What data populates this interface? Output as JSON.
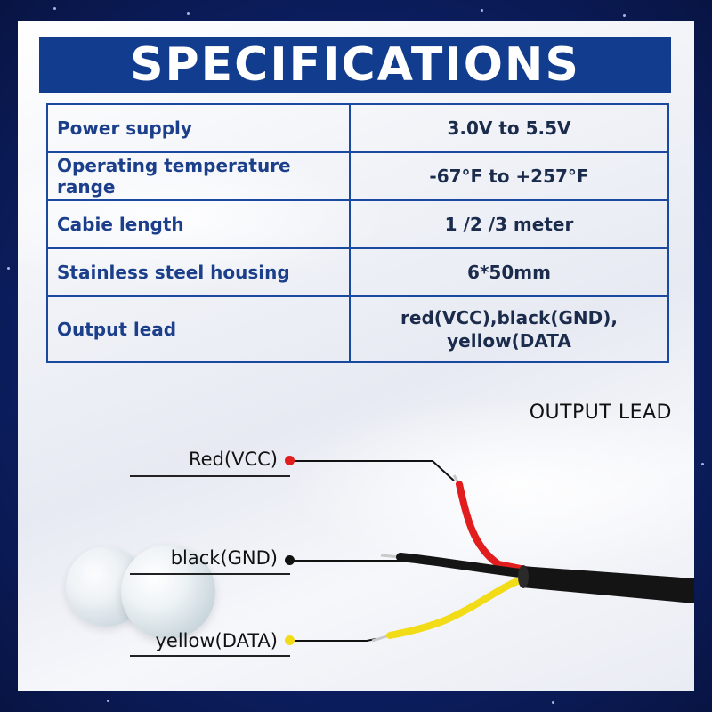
{
  "title": "SPECIFICATIONS",
  "specs": [
    {
      "label": "Power supply",
      "value": "3.0V to 5.5V"
    },
    {
      "label": "Operating temperature range",
      "value": "-67°F to +257°F"
    },
    {
      "label": "Cabie length",
      "value": "1 /2 /3 meter"
    },
    {
      "label": "Stainless steel housing",
      "value": "6*50mm"
    },
    {
      "label": "Output lead",
      "value_line1": "red(VCC),black(GND),",
      "value_line2": "yellow(DATA"
    }
  ],
  "output_lead": {
    "title": "OUTPUT LEAD",
    "leads": [
      {
        "label": "Red(VCC)",
        "color": "#e11d1d"
      },
      {
        "label": "black(GND)",
        "color": "#111111"
      },
      {
        "label": "yellow(DATA)",
        "color": "#f2dc17"
      }
    ]
  },
  "colors": {
    "title_bar": "#123d8f",
    "table_border": "#1a4aa0",
    "label_text": "#1c3f8c",
    "frame": "#0c1f63"
  }
}
